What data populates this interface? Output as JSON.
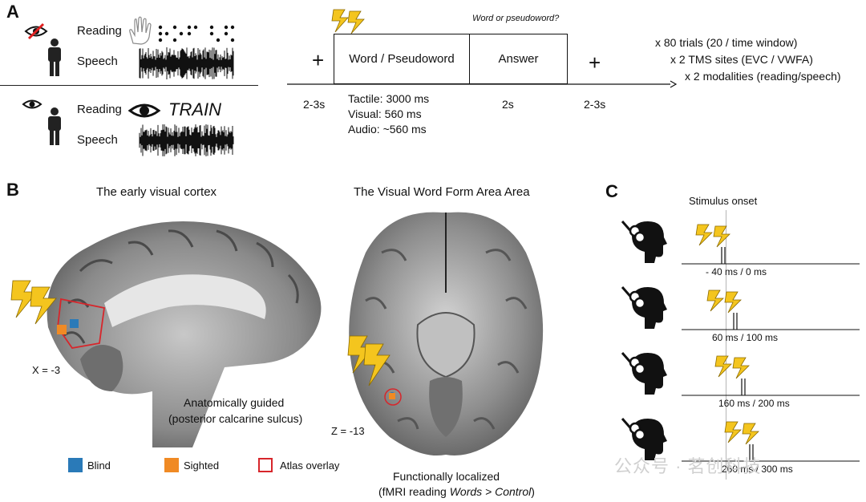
{
  "panelA": {
    "letter": "A",
    "blind": {
      "reading": "Reading",
      "speech": "Speech"
    },
    "sighted": {
      "reading": "Reading",
      "speech": "Speech",
      "word": "TRAIN"
    },
    "question": "Word or pseudoword?",
    "plus1": "+",
    "plus2": "+",
    "box_word": "Word / Pseudoword",
    "box_answer": "Answer",
    "t_pre": "2-3s",
    "durations": [
      "Tactile: 3000 ms",
      "Visual: 560 ms",
      "Audio: ~560 ms"
    ],
    "t_answer": "2s",
    "t_post": "2-3s",
    "design": [
      "x 80 trials (20 / time window)",
      "x 2 TMS sites (EVC / VWFA)",
      "x 2 modalities (reading/speech)"
    ]
  },
  "panelB": {
    "letter": "B",
    "evc_title": "The early visual cortex",
    "vwfa_title": "The Visual Word Form Area Area",
    "x_coord": "X = -3",
    "z_coord": "Z = -13",
    "evc_caption": [
      "Anatomically guided",
      "(posterior calcarine sulcus)"
    ],
    "vwfa_caption_1": "Functionally localized",
    "vwfa_caption_2_pre": "(fMRI reading ",
    "vwfa_caption_2_em": "Words > Control",
    "vwfa_caption_2_post": ")",
    "legend": [
      {
        "label": "Blind",
        "color": "#2a7ab8"
      },
      {
        "label": "Sighted",
        "color": "#f08a24"
      },
      {
        "label": "Atlas overlay",
        "color": "#d7262b"
      }
    ]
  },
  "panelC": {
    "letter": "C",
    "onset_label": "Stimulus onset",
    "timings": [
      "- 40 ms / 0 ms",
      "60 ms / 100 ms",
      "160 ms / 200 ms",
      "260 ms / 300 ms"
    ]
  },
  "watermark": "公众号 · 茗创科技",
  "colors": {
    "lightning": "#f4c51e",
    "lightning_outline": "#8a6a00"
  }
}
